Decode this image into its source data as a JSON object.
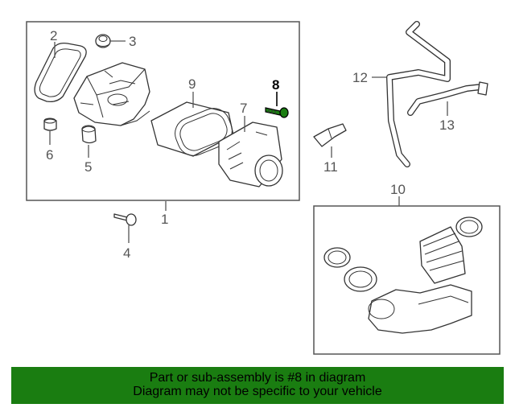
{
  "callouts": {
    "c1": "1",
    "c2": "2",
    "c3": "3",
    "c4": "4",
    "c5": "5",
    "c6": "6",
    "c7": "7",
    "c8": "8",
    "c9": "9",
    "c10": "10",
    "c11": "11",
    "c12": "12",
    "c13": "13"
  },
  "highlight_color": "#1a7d11",
  "banner": {
    "line1": "Part or sub-assembly is #8 in diagram",
    "line2": "Diagram may not be specific to your vehicle"
  }
}
